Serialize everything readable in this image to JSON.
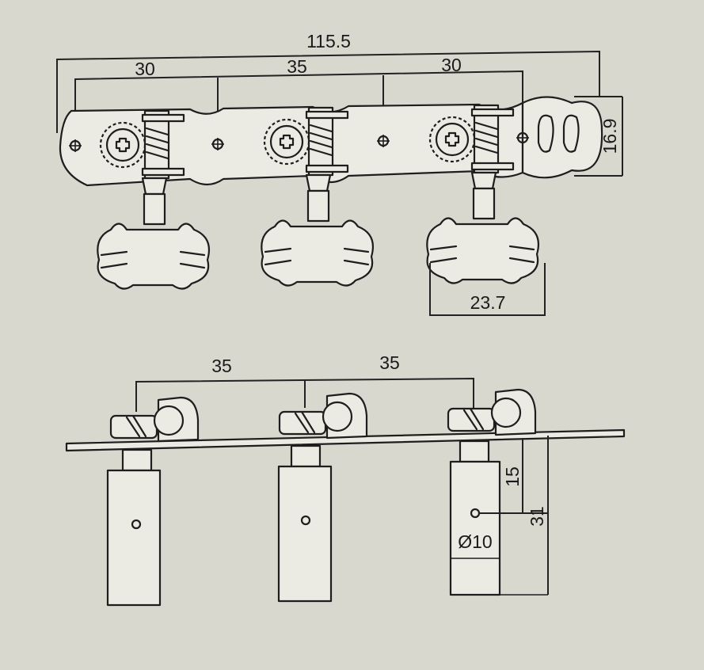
{
  "top_view": {
    "dim_overall": "115.5",
    "dim_left": "30",
    "dim_middle": "35",
    "dim_right": "30",
    "dim_height": "16.9",
    "dim_knob": "23.7"
  },
  "side_view": {
    "dim_spacing_left": "35",
    "dim_spacing_right": "35",
    "dim_15": "15",
    "dim_31": "31",
    "dim_diameter": "Ø10"
  },
  "colors": {
    "paper": "#d9d8cf",
    "ink": "#1e1e1e",
    "part_fill": "#ecebe3"
  }
}
